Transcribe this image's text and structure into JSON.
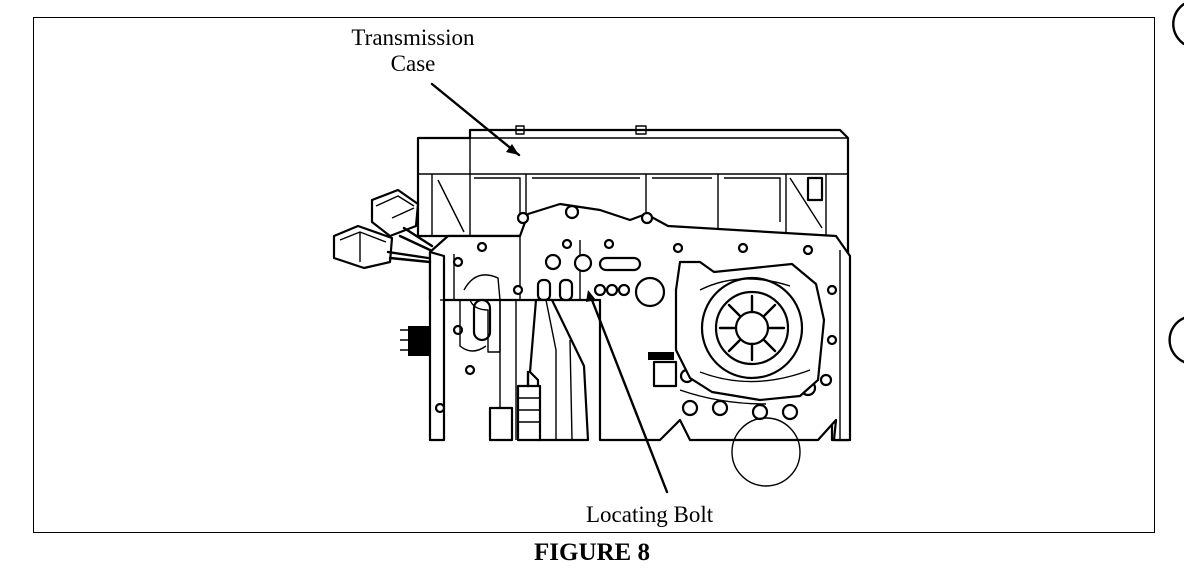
{
  "figure": {
    "caption": "FIGURE 8",
    "labels": {
      "transmission_case": [
        "Transmission",
        "Case"
      ],
      "locating_bolt": "Locating Bolt"
    }
  }
}
